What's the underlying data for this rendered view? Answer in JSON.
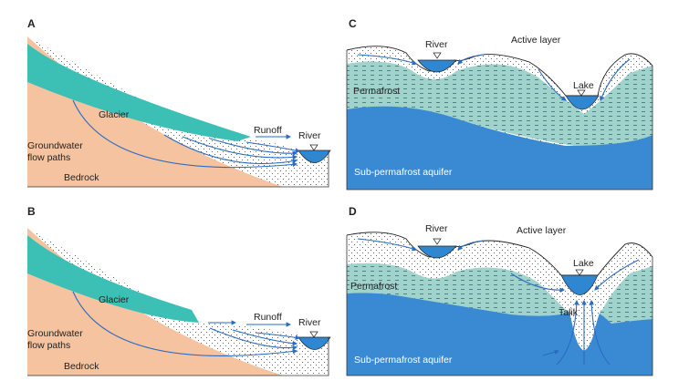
{
  "panels": {
    "A": {
      "letter": "A",
      "glacier": "Glacier",
      "runoff": "Runoff",
      "river": "River",
      "groundwater_line1": "Groundwater",
      "groundwater_line2": "flow paths",
      "bedrock": "Bedrock"
    },
    "B": {
      "letter": "B",
      "glacier": "Glacier",
      "runoff": "Runoff",
      "river": "River",
      "groundwater_line1": "Groundwater",
      "groundwater_line2": "flow paths",
      "bedrock": "Bedrock"
    },
    "C": {
      "letter": "C",
      "river": "River",
      "active_layer": "Active layer",
      "lake": "Lake",
      "permafrost": "Permafrost",
      "aquifer": "Sub-permafrost aquifer"
    },
    "D": {
      "letter": "D",
      "river": "River",
      "active_layer": "Active layer",
      "lake": "Lake",
      "permafrost": "Permafrost",
      "talik": "Talik",
      "aquifer": "Sub-permafrost aquifer"
    }
  },
  "colors": {
    "bedrock": "#f6c3a0",
    "glacier": "#3cbfb4",
    "water": "#2f86d1",
    "aquifer": "#3a8ad3",
    "permafrost": "#9fd3cb",
    "flow_arrow": "#2a6bc4"
  }
}
